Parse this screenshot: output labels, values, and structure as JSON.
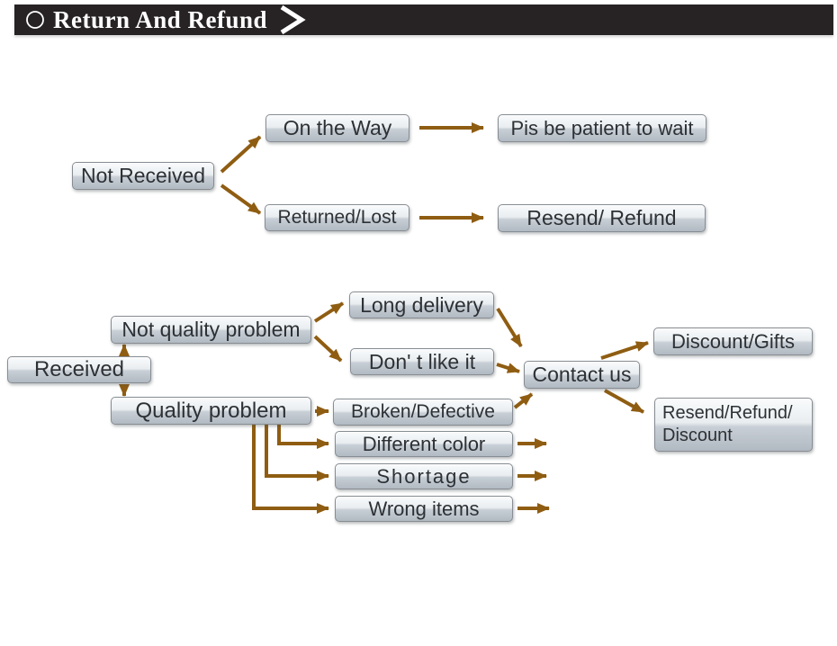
{
  "header": {
    "title": "Return And Refund",
    "circle_icon": "circle-outline",
    "chevron_icon": "chevron-right"
  },
  "colors": {
    "header_bg": "#272324",
    "header_text": "#ffffff",
    "arrow": "#8f5d12",
    "box_border": "#878d93",
    "box_text": "#2d3135",
    "box_gradient_top": "#f9fbfc",
    "box_gradient_bottom": "#b1b9c2"
  },
  "nodes": {
    "not_received": {
      "label": "Not Received"
    },
    "on_the_way": {
      "label": "On the Way"
    },
    "pls_wait": {
      "label": "Pis be patient to wait"
    },
    "returned_lost": {
      "label": "Returned/Lost"
    },
    "resend_refund": {
      "label": "Resend/ Refund"
    },
    "received": {
      "label": "Received"
    },
    "not_quality_problem": {
      "label": "Not quality problem"
    },
    "quality_problem": {
      "label": "Quality problem"
    },
    "long_delivery": {
      "label": "Long delivery"
    },
    "dont_like_it": {
      "label": "Don' t like it"
    },
    "contact_us": {
      "label": "Contact us"
    },
    "discount_gifts": {
      "label": "Discount/Gifts"
    },
    "resend_refund_discount": {
      "line1": "Resend/Refund/",
      "line2": "Discount"
    },
    "broken_defective": {
      "label": "Broken/Defective"
    },
    "different_color": {
      "label": "Different color"
    },
    "shortage": {
      "label": "Shortage"
    },
    "wrong_items": {
      "label": "Wrong items"
    }
  },
  "edges": [
    {
      "from": "Not Received",
      "to": "On the Way"
    },
    {
      "from": "Not Received",
      "to": "Returned/Lost"
    },
    {
      "from": "On the Way",
      "to": "Pis be patient to wait"
    },
    {
      "from": "Returned/Lost",
      "to": "Resend/ Refund"
    },
    {
      "from": "Received",
      "to": "Not quality problem"
    },
    {
      "from": "Received",
      "to": "Quality problem"
    },
    {
      "from": "Not quality problem",
      "to": "Long delivery"
    },
    {
      "from": "Not quality problem",
      "to": "Don' t like it"
    },
    {
      "from": "Long delivery",
      "to": "Contact us"
    },
    {
      "from": "Don' t like it",
      "to": "Contact us"
    },
    {
      "from": "Quality problem",
      "to": "Broken/Defective"
    },
    {
      "from": "Quality problem",
      "to": "Different color"
    },
    {
      "from": "Quality problem",
      "to": "Shortage"
    },
    {
      "from": "Quality problem",
      "to": "Wrong items"
    },
    {
      "from": "Broken/Defective",
      "to": "Contact us"
    },
    {
      "from": "Different color",
      "to": "Resend/Refund/Discount"
    },
    {
      "from": "Shortage",
      "to": "Resend/Refund/Discount"
    },
    {
      "from": "Wrong items",
      "to": "Resend/Refund/Discount"
    },
    {
      "from": "Contact us",
      "to": "Discount/Gifts"
    },
    {
      "from": "Contact us",
      "to": "Resend/Refund/Discount"
    }
  ]
}
